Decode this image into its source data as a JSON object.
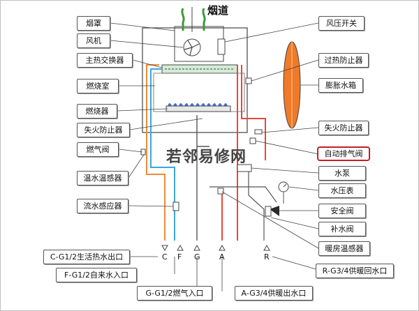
{
  "flue_label": "烟道",
  "watermark": "若邻易修网",
  "left_labels": [
    "烟罩",
    "风机",
    "主热交换器",
    "燃烧室",
    "燃烧器",
    "失火防止器",
    "燃气阀",
    "温水温感器",
    "流水感应器"
  ],
  "right_labels": [
    "风压开关",
    "过热防止器",
    "膨胀水箱",
    "失火防止器",
    "自动排气阀",
    "水泵",
    "水压表",
    "安全阀",
    "补水阀",
    "暖房温感器"
  ],
  "highlighted_label": "自动排气阀",
  "port_letters": [
    "C",
    "F",
    "G",
    "A",
    "R"
  ],
  "bottom_labels": {
    "c": "C-G1/2生活热水出口",
    "f": "F-G1/2自来水入口",
    "g": "G-G1/2燃气入口",
    "a": "A-G3/4供暖出水口",
    "r": "R-G3/4供暖回水口"
  },
  "colors": {
    "hot_pipe": "#e8463a",
    "cold_pipe": "#3aa7e0",
    "orange_pipe": "#f08a3c",
    "tank": "#f07a28",
    "highlight": "#c0202a"
  }
}
